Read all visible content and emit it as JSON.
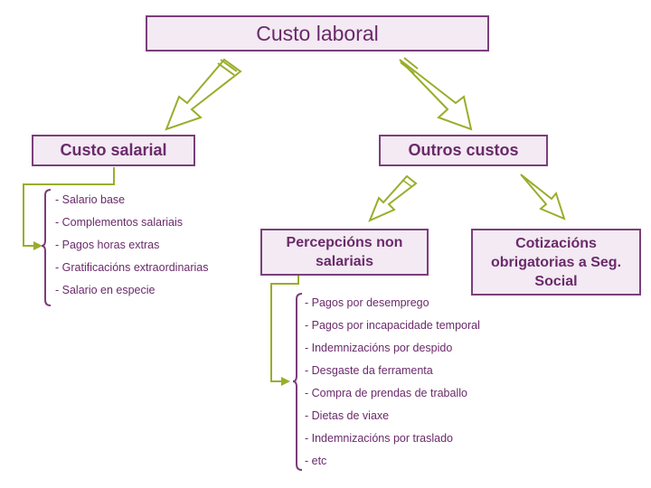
{
  "root": {
    "label": "Custo laboral"
  },
  "salarial": {
    "label": "Custo salarial",
    "items": [
      "- Salario base",
      "- Complementos salariais",
      "- Pagos horas extras",
      "- Gratificacións  extraordinarias",
      "- Salario en especie"
    ]
  },
  "outros": {
    "label": "Outros custos"
  },
  "percepcions": {
    "label_line1": "Percepcións non",
    "label_line2": "salariais",
    "items": [
      "- Pagos por desemprego",
      "- Pagos por incapacidade temporal",
      "- Indemnizacións por despido",
      "- Desgaste da ferramenta",
      "- Compra de prendas de traballo",
      "- Dietas de viaxe",
      "- Indemnizacións por traslado",
      "- etc"
    ]
  },
  "cotizacions": {
    "label_line1": "Cotizacións",
    "label_line2": "obrigatorias a Seg.",
    "label_line3": "Social"
  },
  "colors": {
    "box_fill": "#f3eaf3",
    "box_border": "#7b3f7b",
    "text": "#6a2a6a",
    "arrow_fill": "#ffffff",
    "arrow_stroke": "#9aad2a",
    "connector": "#9aad2a",
    "bracket": "#7b3f7b"
  }
}
